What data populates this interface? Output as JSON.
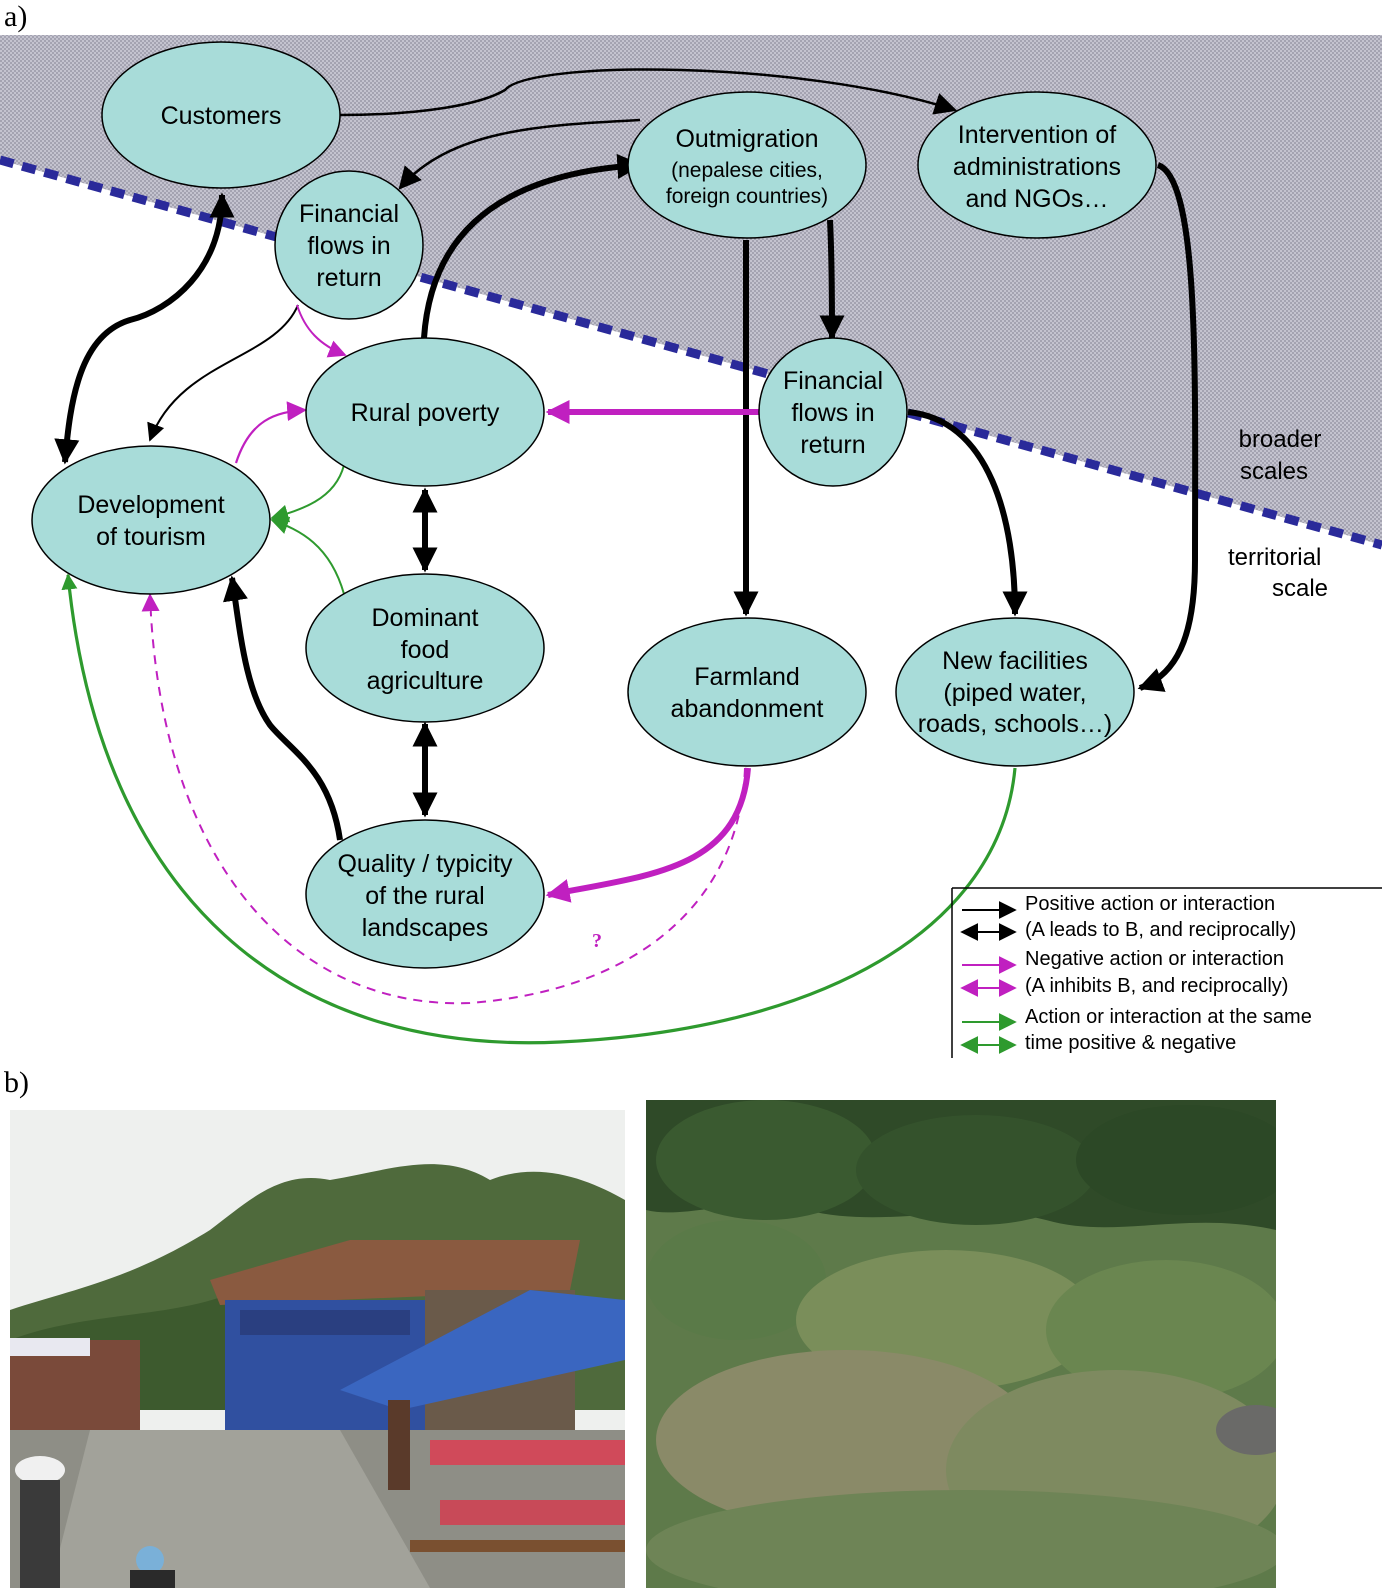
{
  "panels": {
    "a": "a)",
    "b": "b)"
  },
  "nodes": {
    "customers": [
      "Customers"
    ],
    "outmigration": [
      "Outmigration",
      "(nepalese cities,",
      "foreign countries)"
    ],
    "intervention": [
      "Intervention of",
      "administrations",
      "and NGOs…"
    ],
    "financial_flows_1": [
      "Financial",
      "flows in",
      "return"
    ],
    "rural_poverty": [
      "Rural poverty"
    ],
    "financial_flows_2": [
      "Financial",
      "flows in",
      "return"
    ],
    "development_tourism": [
      "Development",
      "of tourism"
    ],
    "dominant_food": [
      "Dominant",
      "food",
      "agriculture"
    ],
    "farmland_abandonment": [
      "Farmland",
      "abandonment"
    ],
    "new_facilities": [
      "New facilities",
      "(piped water,",
      "roads, schools…)"
    ],
    "quality_landscapes": [
      "Quality / typicity",
      "of the rural",
      "landscapes"
    ]
  },
  "scales": {
    "broader": [
      "broader",
      "scales"
    ],
    "territorial": [
      "territorial",
      "scale"
    ]
  },
  "uncertain_mark": "?",
  "legend": {
    "positive": [
      "Positive action or interaction",
      "(A leads to B, and reciprocally)"
    ],
    "negative": [
      "Negative action or interaction",
      "(A inhibits B, and reciprocally)"
    ],
    "mixed": [
      "Action or interaction at the same",
      "time positive & negative"
    ]
  },
  "colors": {
    "node_fill": "#a8dcd9",
    "positive": "#000000",
    "negative": "#c020c0",
    "mixed": "#2e9a2e",
    "broader_zone": "#b8b6c4",
    "boundary": "#2a2a9a"
  },
  "photos": {
    "left": "village-tourist-lodge-photo",
    "right": "abandoned-farmland-shrub-photo"
  }
}
